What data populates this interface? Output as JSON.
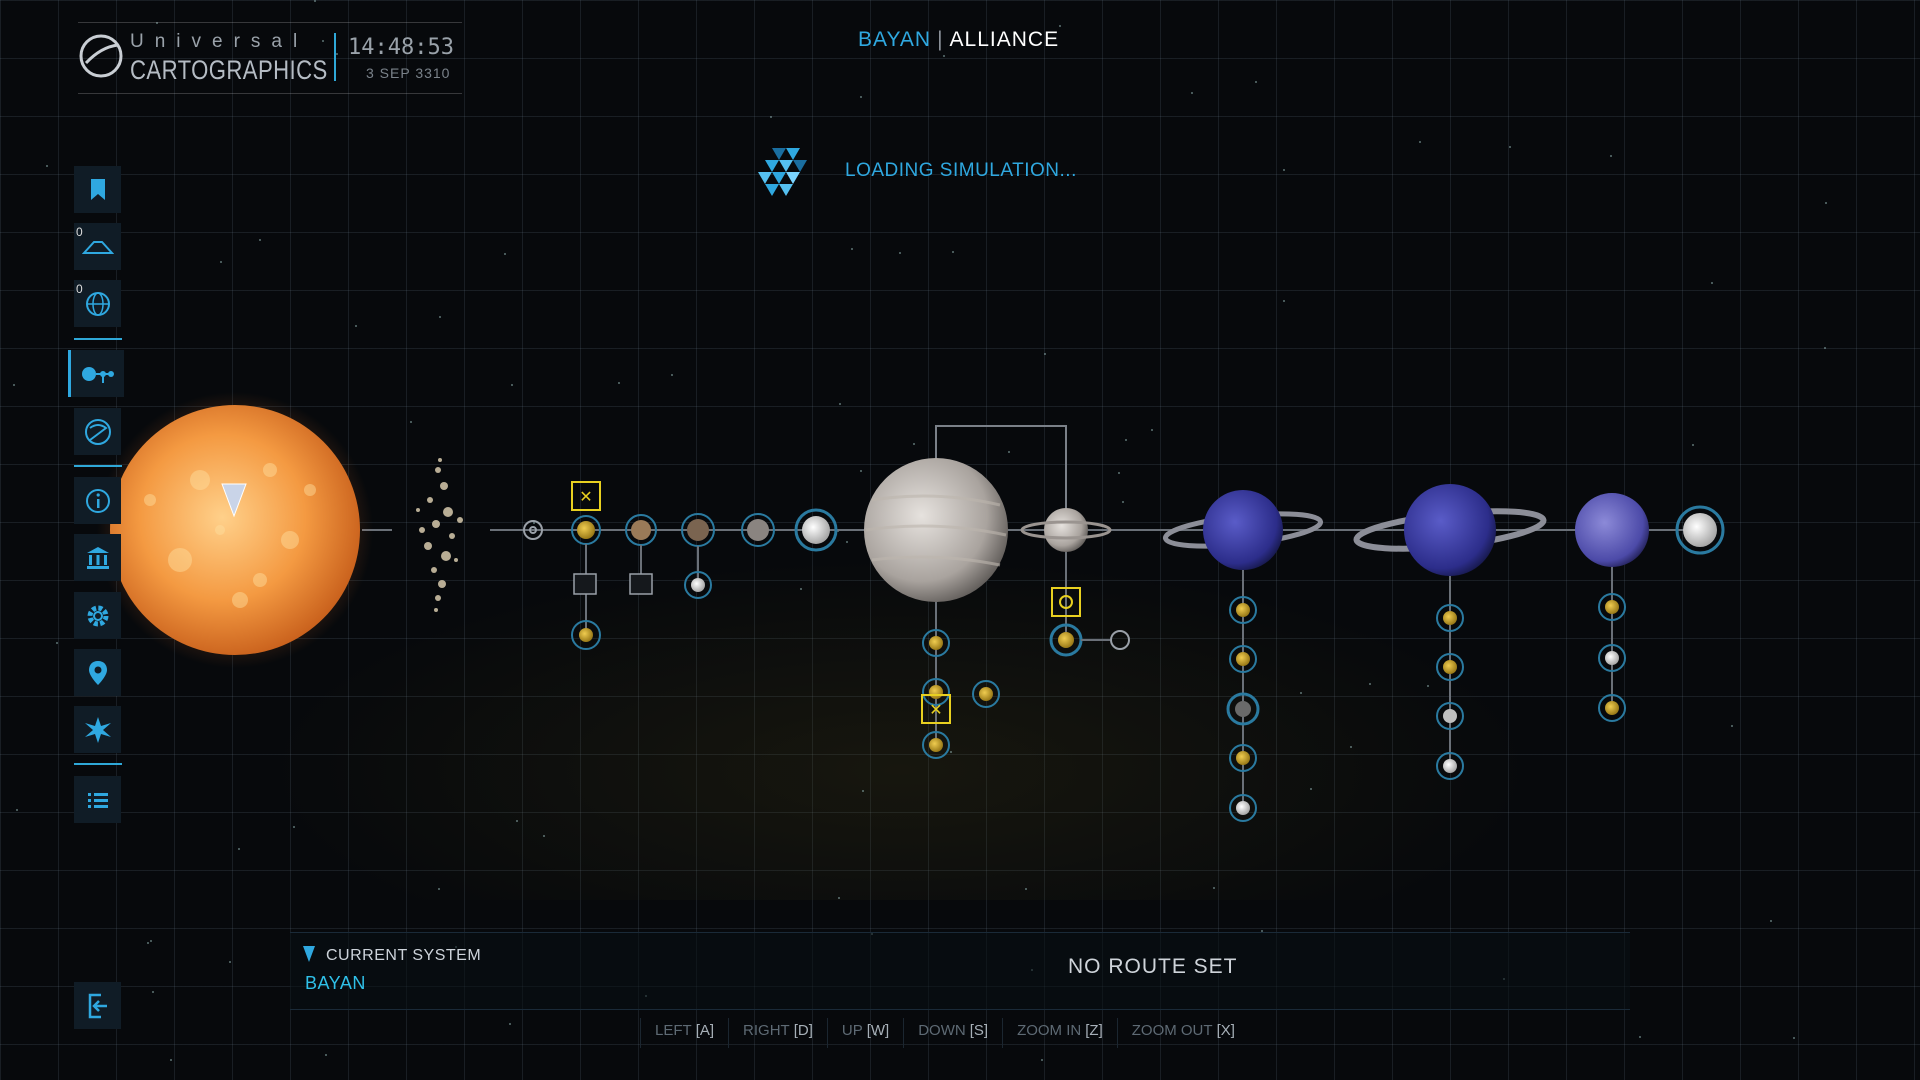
{
  "header": {
    "brand_line1": "Universal",
    "brand_line2": "CARTOGRAPHICS",
    "time": "14:48:53",
    "date": "3 SEP 3310"
  },
  "system": {
    "name": "BAYAN",
    "separator": "|",
    "faction": "ALLIANCE"
  },
  "loading": {
    "text": "LOADING SIMULATION..."
  },
  "sidebar": {
    "items": [
      {
        "icon": "bookmark-icon"
      },
      {
        "icon": "landing-pad-icon",
        "count": "0"
      },
      {
        "icon": "globe-icon",
        "count": "0"
      },
      {
        "icon": "system-map-icon",
        "active": true
      },
      {
        "icon": "galaxy-map-icon"
      },
      {
        "icon": "info-icon"
      },
      {
        "icon": "station-icon"
      },
      {
        "icon": "settings-gear-icon"
      },
      {
        "icon": "location-pin-icon"
      },
      {
        "icon": "star-burst-icon"
      },
      {
        "icon": "list-icon"
      }
    ]
  },
  "route": {
    "current_label": "CURRENT SYSTEM",
    "current_value": "BAYAN",
    "status": "NO ROUTE SET"
  },
  "controls": [
    {
      "action": "LEFT",
      "key": "[A]"
    },
    {
      "action": "RIGHT",
      "key": "[D]"
    },
    {
      "action": "UP",
      "key": "[W]"
    },
    {
      "action": "DOWN",
      "key": "[S]"
    },
    {
      "action": "ZOOM IN",
      "key": "[Z]"
    },
    {
      "action": "ZOOM OUT",
      "key": "[X]"
    }
  ],
  "colors": {
    "accent": "#2fa8e0",
    "sun": "#f7a04a",
    "station_marker": "#e8d020",
    "moon_gold": "#c8a428"
  }
}
